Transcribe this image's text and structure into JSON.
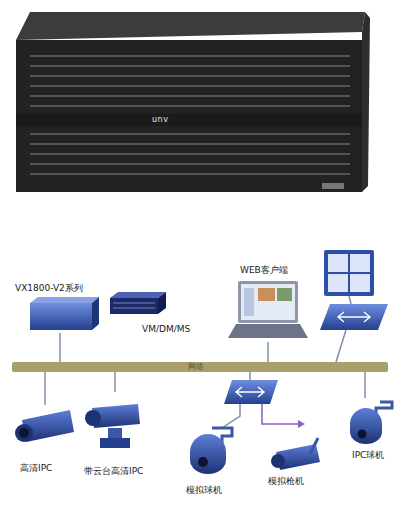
{
  "diagram": {
    "nodes": [
      {
        "text": [
          "VX1800-V2系列"
        ]
      },
      {
        "text": [
          "VM/DM/MS"
        ]
      },
      {
        "text": [
          "WEB客户端"
        ]
      },
      {
        "text": [
          "网络"
        ]
      },
      {
        "text": [
          "高清IPC"
        ]
      },
      {
        "text": [
          "带云台高清IPC"
        ]
      },
      {
        "text": [
          "模拟球机"
        ]
      },
      {
        "text": [
          "模拟枪机"
        ]
      },
      {
        "text": [
          "IPC球机"
        ]
      }
    ],
    "edges": [
      {
        "from": 0,
        "to": 3,
        "arrow": "none"
      },
      {
        "from": 2,
        "to": 3,
        "arrow": "none"
      },
      {
        "from": 3,
        "to": 4,
        "arrow": "none"
      },
      {
        "from": 3,
        "to": 5,
        "arrow": "none"
      },
      {
        "from": 3,
        "to": 8,
        "arrow": "none"
      }
    ],
    "labels": [
      "unv"
    ]
  }
}
